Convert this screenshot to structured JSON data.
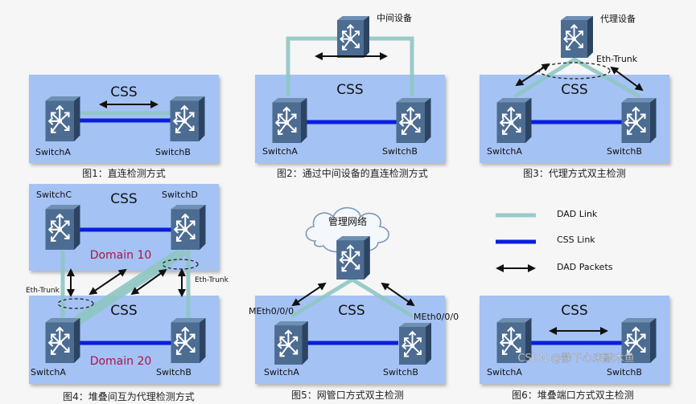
{
  "labels": {
    "css": "CSS",
    "switch_a": "SwitchA",
    "switch_b": "SwitchB",
    "switch_c": "SwitchC",
    "switch_d": "SwitchD",
    "eth_trunk": "Eth-Trunk",
    "meth": "MEth0/0/0",
    "intermediate_device": "中间设备",
    "proxy_device": "代理设备",
    "management_network": "管理网络",
    "domain_10": "Domain 10",
    "domain_20": "Domain 20"
  },
  "captions": {
    "fig1": "图1：直连检测方式",
    "fig2": "图2：通过中间设备的直连检测方式",
    "fig3": "图3：代理方式双主检测",
    "fig4": "图4：堆叠间互为代理检测方式",
    "fig5": "图5：网管口方式双主检测",
    "fig6": "图6：堆叠端口方式双主检测"
  },
  "legend": [
    {
      "label": "DAD Link",
      "type": "dad-link",
      "color": "#8fc7c3"
    },
    {
      "label": "CSS Link",
      "type": "css-link",
      "color": "#0a1edc"
    },
    {
      "label": "DAD Packets",
      "type": "dad-packets",
      "color": "#111111"
    }
  ],
  "colors": {
    "box": "#a4c2f4",
    "switch": "#4a6a90",
    "domain": "#b0124a"
  },
  "watermark": "CSDN @静下心来敲木鱼"
}
